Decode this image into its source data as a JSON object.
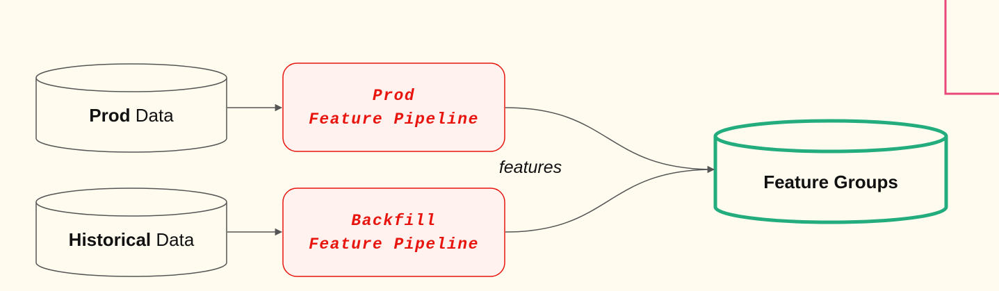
{
  "nodes": {
    "prod_data": {
      "bold": "Prod",
      "rest": " Data"
    },
    "historical_data": {
      "bold": "Historical",
      "rest": " Data"
    },
    "prod_pipeline": {
      "line1": "Prod",
      "line2": "Feature Pipeline"
    },
    "backfill_pipeline": {
      "line1": "Backfill",
      "line2": "Feature Pipeline"
    },
    "feature_groups": {
      "label": "Feature Groups"
    }
  },
  "edges": {
    "features_label": "features"
  },
  "colors": {
    "background": "#fffbef",
    "pipeline_stroke": "#e8150f",
    "pipeline_fill": "#fff2ef",
    "pipeline_text": "#e8150f",
    "feature_groups_stroke": "#23ad7e",
    "accent_pink": "#e8487a",
    "arrow": "#555555",
    "db_stroke": "#555555"
  }
}
